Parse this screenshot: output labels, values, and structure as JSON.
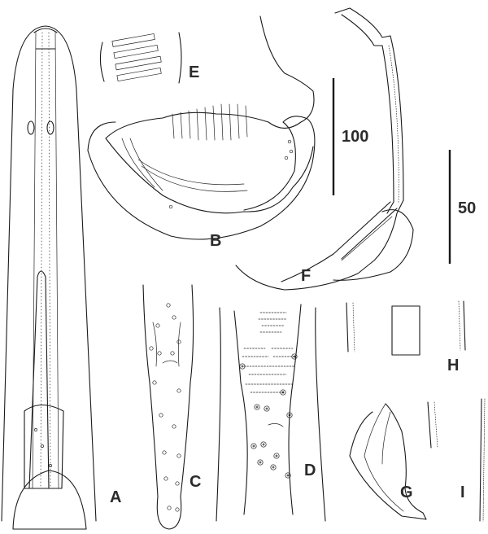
{
  "panel_labels": {
    "a": "A",
    "b": "B",
    "c": "C",
    "d": "D",
    "e": "E",
    "f": "F",
    "g": "G",
    "h": "H",
    "i": "I"
  },
  "scale_bars": {
    "large": "100",
    "small": "50"
  }
}
